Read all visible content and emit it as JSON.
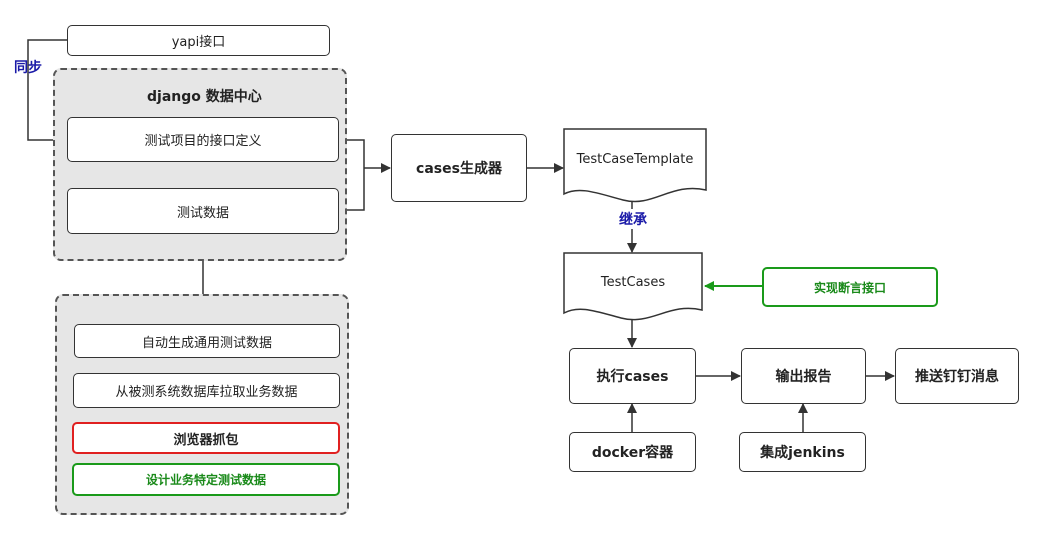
{
  "nodes": {
    "yapi": "yapi接口",
    "django_title": "django 数据中心",
    "api_def": "测试项目的接口定义",
    "test_data": "测试数据",
    "auto_gen": "自动生成通用测试数据",
    "db_pull": "从被测系统数据库拉取业务数据",
    "browser": "浏览器抓包",
    "design": "设计业务特定测试数据",
    "generator": "cases生成器",
    "template": "TestCaseTemplate",
    "testcases": "TestCases",
    "assert": "实现断言接口",
    "execute": "执行cases",
    "docker": "docker容器",
    "report": "输出报告",
    "jenkins": "集成jenkins",
    "dingtalk": "推送钉钉消息"
  },
  "edge_labels": {
    "sync": "同步",
    "inherit": "继承"
  },
  "colors": {
    "line": "#333333",
    "green": "#1a9a1a",
    "red": "#e02020",
    "blue_label": "#1a1aa8"
  }
}
